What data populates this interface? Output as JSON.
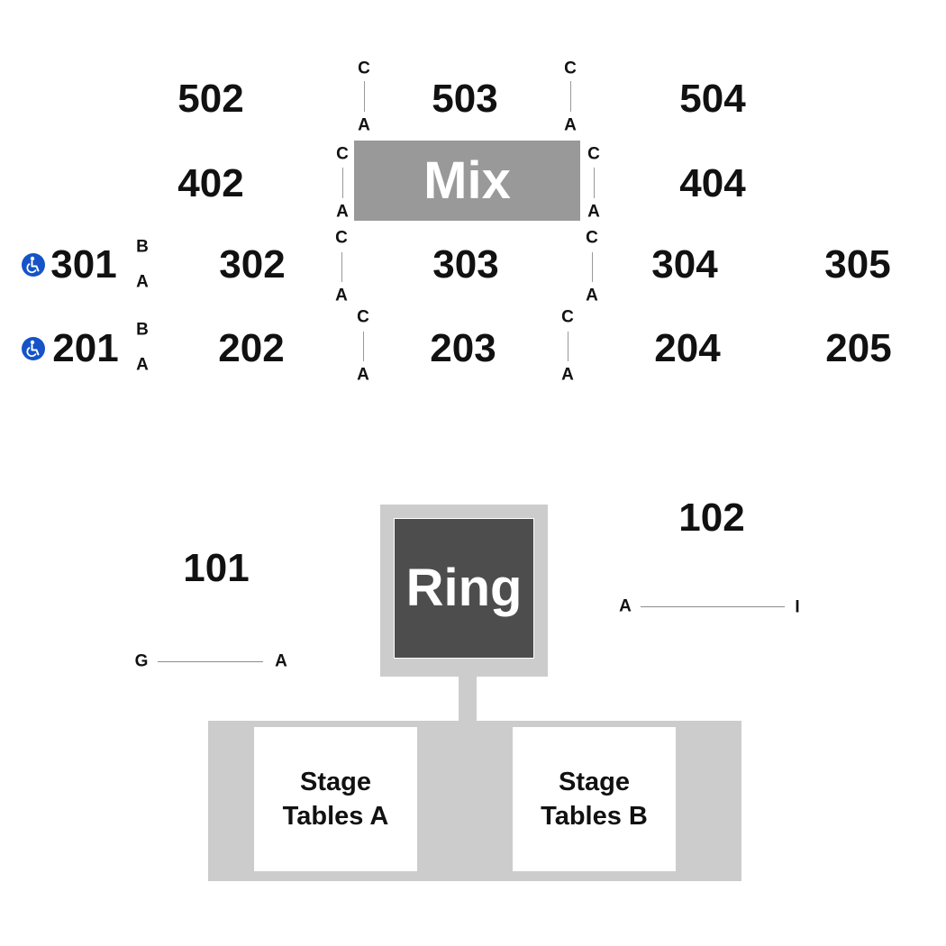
{
  "sections": {
    "s502": "502",
    "s503": "503",
    "s504": "504",
    "s402": "402",
    "s404": "404",
    "s301": "301",
    "s302": "302",
    "s303": "303",
    "s304": "304",
    "s305": "305",
    "s201": "201",
    "s202": "202",
    "s203": "203",
    "s204": "204",
    "s205": "205",
    "s101": "101",
    "s102": "102"
  },
  "rows": {
    "a": "A",
    "b": "B",
    "c": "C",
    "g": "G",
    "i": "I"
  },
  "features": {
    "mix": "Mix",
    "ring": "Ring",
    "stage_tables_a": [
      "Stage",
      "Tables A"
    ],
    "stage_tables_b": [
      "Stage",
      "Tables B"
    ]
  },
  "icons": {
    "accessible": "wheelchair-icon"
  },
  "colors": {
    "mix": "#999999",
    "ring": "#4d4d4d",
    "ring_surround": "#cccccc",
    "stage_area": "#cccccc",
    "accessible": "#1553c7"
  }
}
